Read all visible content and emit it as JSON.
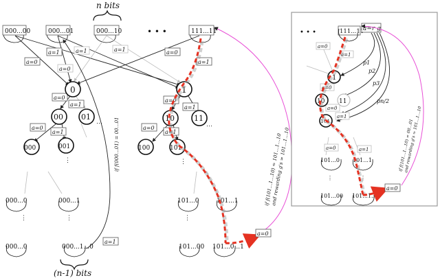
{
  "labels": {
    "n_bits": "n bits",
    "n1_bits": "(n-1) bits",
    "dots": "• • •",
    "a0": "a=0",
    "a1": "a=1",
    "arg": "a=r g",
    "side_rot1": "if f(000…01) = 00…01",
    "side_rot2a": "if f(101…1…10) = 101…1…10",
    "side_rot2b": "and rewarding g's = 101…1…10",
    "inset_rot_a": "if f(101…1…10) = 00…01",
    "inset_rot_b": "and rewarding g's = 101…1…10"
  },
  "top_nodes": [
    "000...00",
    "000...01",
    "000...10",
    "111...11"
  ],
  "tree_nodes": {
    "root0": "0",
    "root1": "1",
    "n00": "00",
    "n01": "01",
    "n10": "10",
    "n11": "11",
    "n000": "000",
    "n001": "001",
    "n100": "100",
    "n101": "101"
  },
  "lower_nodes": {
    "l1": "000...0",
    "l2": "000...1",
    "l3": "101...0",
    "l4": "101...1",
    "b1": "000...0",
    "b2": "000...1...0",
    "b3": "101...00",
    "b4": "101...0...1"
  },
  "inset": {
    "top": "111...11",
    "n1": "1",
    "n10": "10",
    "n11": "11",
    "n101": "101",
    "l1": "101...0",
    "l2": "101...1",
    "b1": "101...00",
    "b2": "101...1...0",
    "probs": [
      "p1",
      "p2",
      "p3",
      "pn/2"
    ]
  }
}
